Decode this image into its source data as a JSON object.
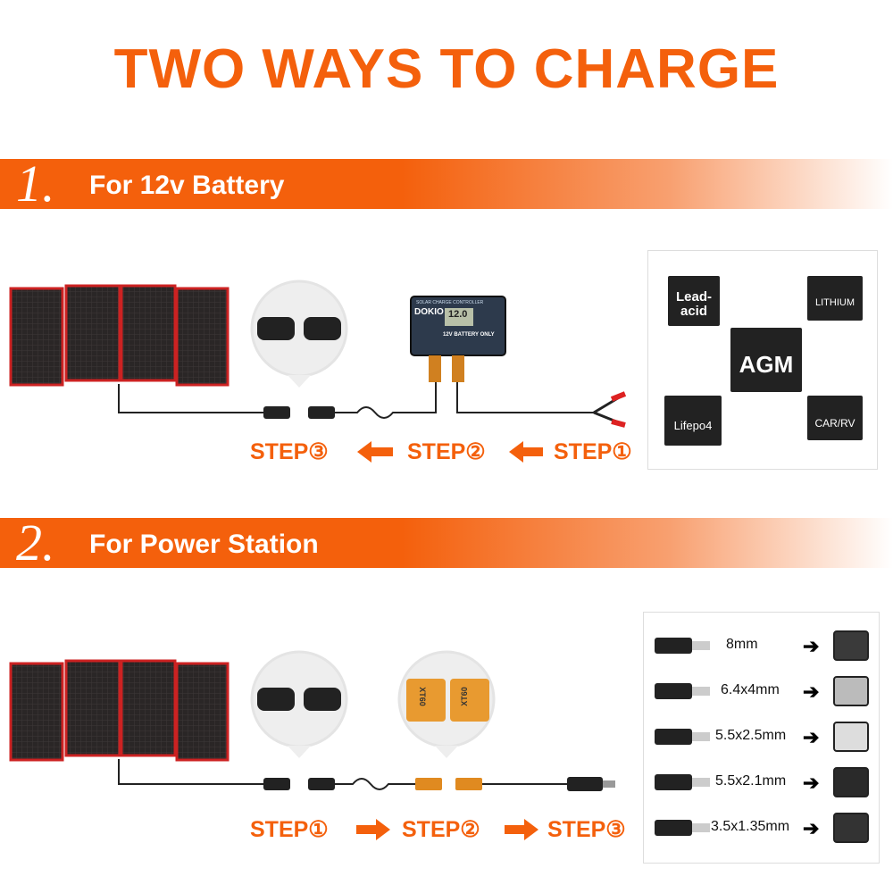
{
  "title": "TWO WAYS TO CHARGE",
  "section1": {
    "number": "1.",
    "label": "For 12v Battery",
    "steps": [
      "STEP③",
      "STEP②",
      "STEP①"
    ],
    "controller": {
      "header": "SOLAR CHARGE CONTROLLER",
      "brand": "DOKIO",
      "display": "12.0",
      "note": "12V BATTERY ONLY"
    },
    "batteries": [
      "Lead-acid",
      "LITHIUM",
      "AGM",
      "Lifepo4",
      "CAR/RV"
    ]
  },
  "section2": {
    "number": "2.",
    "label": "For Power Station",
    "steps": [
      "STEP①",
      "STEP②",
      "STEP③"
    ],
    "xt60_labels": [
      "XT60",
      "XT60"
    ],
    "connectors": [
      "8mm",
      "6.4x4mm",
      "5.5x2.5mm",
      "5.5x2.1mm",
      "3.5x1.35mm"
    ]
  },
  "colors": {
    "accent": "#f4600c"
  }
}
